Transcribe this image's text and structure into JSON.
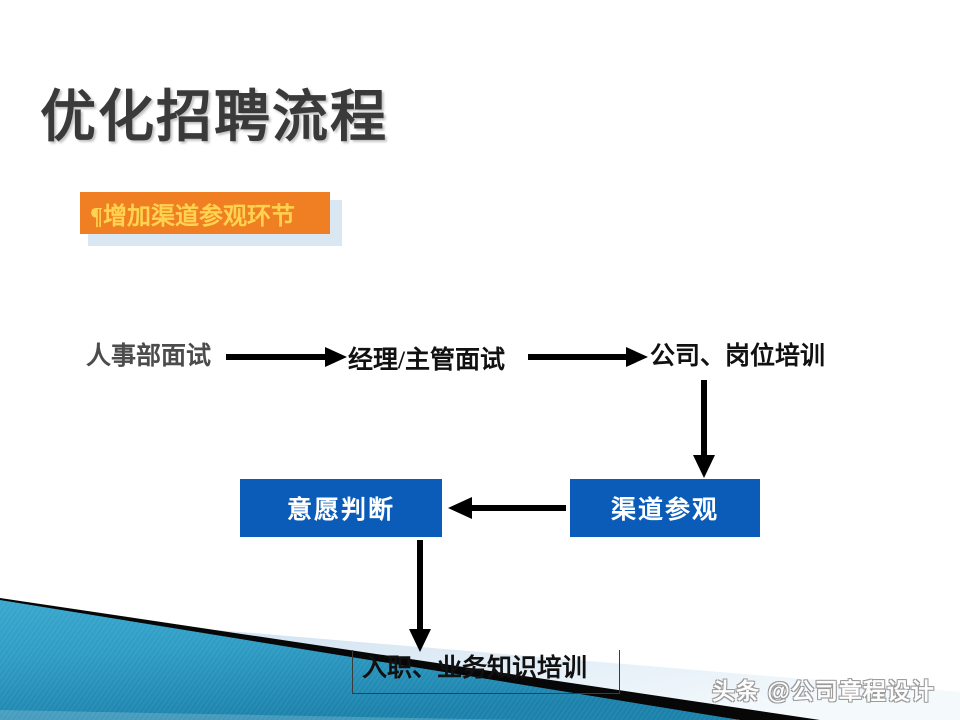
{
  "slide": {
    "title": "优化招聘流程",
    "background_color": "#ffffff",
    "title_color": "#3a3a3a"
  },
  "callout": {
    "text": "¶增加渠道参观环节",
    "box_color": "#ef7f22",
    "text_color": "#ffd24f",
    "shadow_color": "#d9e7f3"
  },
  "flowchart": {
    "type": "diagram",
    "accent_color": "#0b5cb8",
    "nodes": [
      {
        "id": "hr_interview",
        "label": "人事部面试",
        "style": "plain-text"
      },
      {
        "id": "manager_interview",
        "label": "经理/主管面试",
        "style": "plain-text"
      },
      {
        "id": "company_training",
        "label": "公司、岗位培训",
        "style": "plain-text"
      },
      {
        "id": "channel_visit",
        "label": "渠道参观",
        "style": "blue-box"
      },
      {
        "id": "willingness_judge",
        "label": "意愿判断",
        "style": "blue-box"
      },
      {
        "id": "onboard_training",
        "label": "入职、业务知识培训",
        "style": "boxed-text"
      }
    ],
    "edges": [
      {
        "from": "hr_interview",
        "to": "manager_interview",
        "direction": "right"
      },
      {
        "from": "manager_interview",
        "to": "company_training",
        "direction": "right"
      },
      {
        "from": "company_training",
        "to": "channel_visit",
        "direction": "down"
      },
      {
        "from": "channel_visit",
        "to": "willingness_judge",
        "direction": "left"
      },
      {
        "from": "willingness_judge",
        "to": "onboard_training",
        "direction": "down"
      }
    ]
  },
  "decoration": {
    "teal_color": "#2f9cc4",
    "teal_dark_color": "#1a7fa8",
    "black_color": "#070707",
    "pale_blue_color": "#cfe0ec"
  },
  "watermark": {
    "text": "头条 @公司章程设计"
  }
}
